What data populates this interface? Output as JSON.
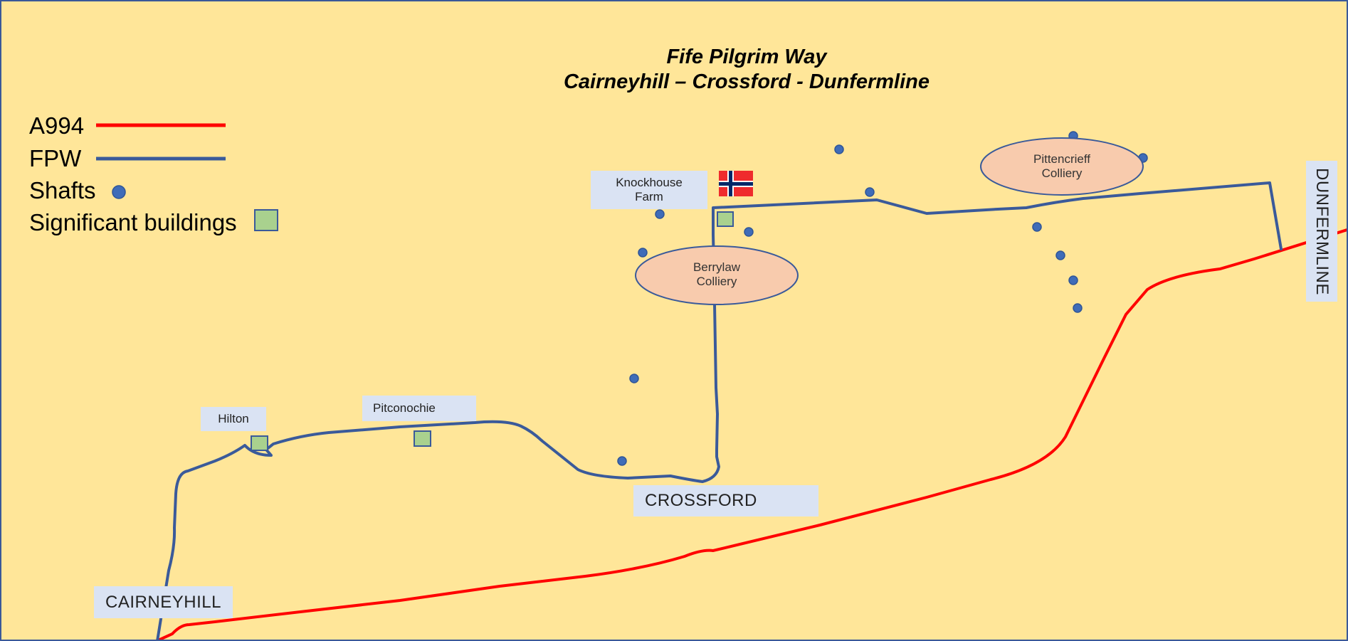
{
  "title": {
    "line1": "Fife Pilgrim Way",
    "line2": "Cairneyhill – Crossford - Dunfermline"
  },
  "legend": {
    "road": {
      "label": "A994",
      "color": "#ff0000"
    },
    "path": {
      "label": "FPW",
      "color": "#3a5a9a"
    },
    "shafts": {
      "label": "Shafts",
      "color": "#3f6cb8"
    },
    "buildings": {
      "label": "Significant buildings",
      "color": "#a9d18e"
    }
  },
  "places": {
    "cairneyhill": "CAIRNEYHILL",
    "crossford": "CROSSFORD",
    "dunfermline": "DUNFERMLINE",
    "hilton": "Hilton",
    "pitconochie": "Pitconochie",
    "knockhouse": "Knockhouse\nFarm"
  },
  "collieries": {
    "berrylaw": {
      "label": "Berrylaw\nColliery",
      "fill": "#f8cbad"
    },
    "pittencrieff": {
      "label": "Pittencrieff\nColliery",
      "fill": "#f8cbad"
    }
  },
  "flag": {
    "icon": "norwegian-flag-icon",
    "red": "#ef2b2d",
    "blue": "#002868"
  }
}
